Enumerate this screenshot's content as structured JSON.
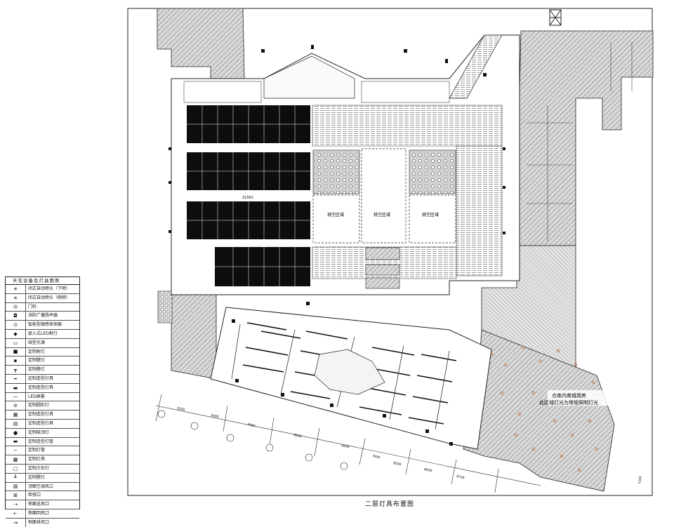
{
  "drawing": {
    "title": "二层灯具布置图",
    "zones": [
      "挑空区域",
      "挑空区域",
      "挑空区域"
    ],
    "dimension_label": "21561",
    "note_line1": "仓库内商城用房",
    "note_line2": "此区域灯光为常规照明灯光",
    "axis_dims": [
      "5250",
      "5000",
      "7950",
      "8500",
      "6600",
      "7900",
      "8200",
      "8000",
      "8700"
    ],
    "side_dim": "7200"
  },
  "legend": {
    "title": "天花设备及灯具图例",
    "items": [
      {
        "icon": "sprinkler-down-icon",
        "glyph": "✳",
        "label": "闭式自动喷头（下喷）"
      },
      {
        "icon": "sprinkler-side-icon",
        "glyph": "✳",
        "label": "闭式自动喷头（侧喷）"
      },
      {
        "icon": "smoke-vent-icon",
        "glyph": "◎",
        "label": "门铃"
      },
      {
        "icon": "speaker-icon",
        "glyph": "◘",
        "label": "消防广播扬声器"
      },
      {
        "icon": "smoke-detector-icon",
        "glyph": "⦶",
        "label": "智能型烟感探测器"
      },
      {
        "icon": "led-downlight-icon",
        "glyph": "◆",
        "label": "嵌入式LED射灯"
      },
      {
        "icon": "linear-light-icon",
        "glyph": "▭",
        "label": "线型光源"
      },
      {
        "icon": "spotlight-icon",
        "glyph": "■",
        "label": "定制射灯"
      },
      {
        "icon": "wall-light-icon",
        "glyph": "▪",
        "label": "定制壁灯"
      },
      {
        "icon": "wall-light-2-icon",
        "glyph": "┳",
        "label": "定制壁灯"
      },
      {
        "icon": "custom-lamp-icon",
        "glyph": "━",
        "label": "定制造型灯具"
      },
      {
        "icon": "custom-lamp-2-icon",
        "glyph": "▬",
        "label": "定制造型灯具"
      },
      {
        "icon": "led-screen-icon",
        "glyph": "—",
        "label": "LED屏幕"
      },
      {
        "icon": "round-ceiling-icon",
        "glyph": "⊘",
        "label": "定制圆形灯"
      },
      {
        "icon": "strip-light-icon",
        "glyph": "▦",
        "label": "定制造型灯具"
      },
      {
        "icon": "strip-light-2-icon",
        "glyph": "▤",
        "label": "定制造型灯具"
      },
      {
        "icon": "pendant-icon",
        "glyph": "●",
        "label": "定制吸顶灯"
      },
      {
        "icon": "tube-light-icon",
        "glyph": "▬",
        "label": "定制造型灯管"
      },
      {
        "icon": "tube-light-2-icon",
        "glyph": "─",
        "label": "定制灯管"
      },
      {
        "icon": "fixture-icon",
        "glyph": "▩",
        "label": "定制灯具"
      },
      {
        "icon": "square-light-icon",
        "glyph": "□",
        "label": "定制方形灯"
      },
      {
        "icon": "wall-lamp-icon",
        "glyph": "┸",
        "label": "定制壁灯"
      },
      {
        "icon": "ac-vent-icon",
        "glyph": "▧",
        "label": "顶面空调风口"
      },
      {
        "icon": "access-panel-icon",
        "glyph": "⊠",
        "label": "检修口"
      },
      {
        "icon": "side-supply-icon",
        "glyph": "⇢",
        "label": "侧面送风口"
      },
      {
        "icon": "side-return-icon",
        "glyph": "⇠",
        "label": "侧面回风口"
      },
      {
        "icon": "side-exhaust-icon",
        "glyph": "⇥",
        "label": "侧面排风口"
      }
    ]
  },
  "colors": {
    "line": "#222222",
    "hatch": "#8a8a8a",
    "fixture": "#111111",
    "accent_light": "#c0673a"
  }
}
